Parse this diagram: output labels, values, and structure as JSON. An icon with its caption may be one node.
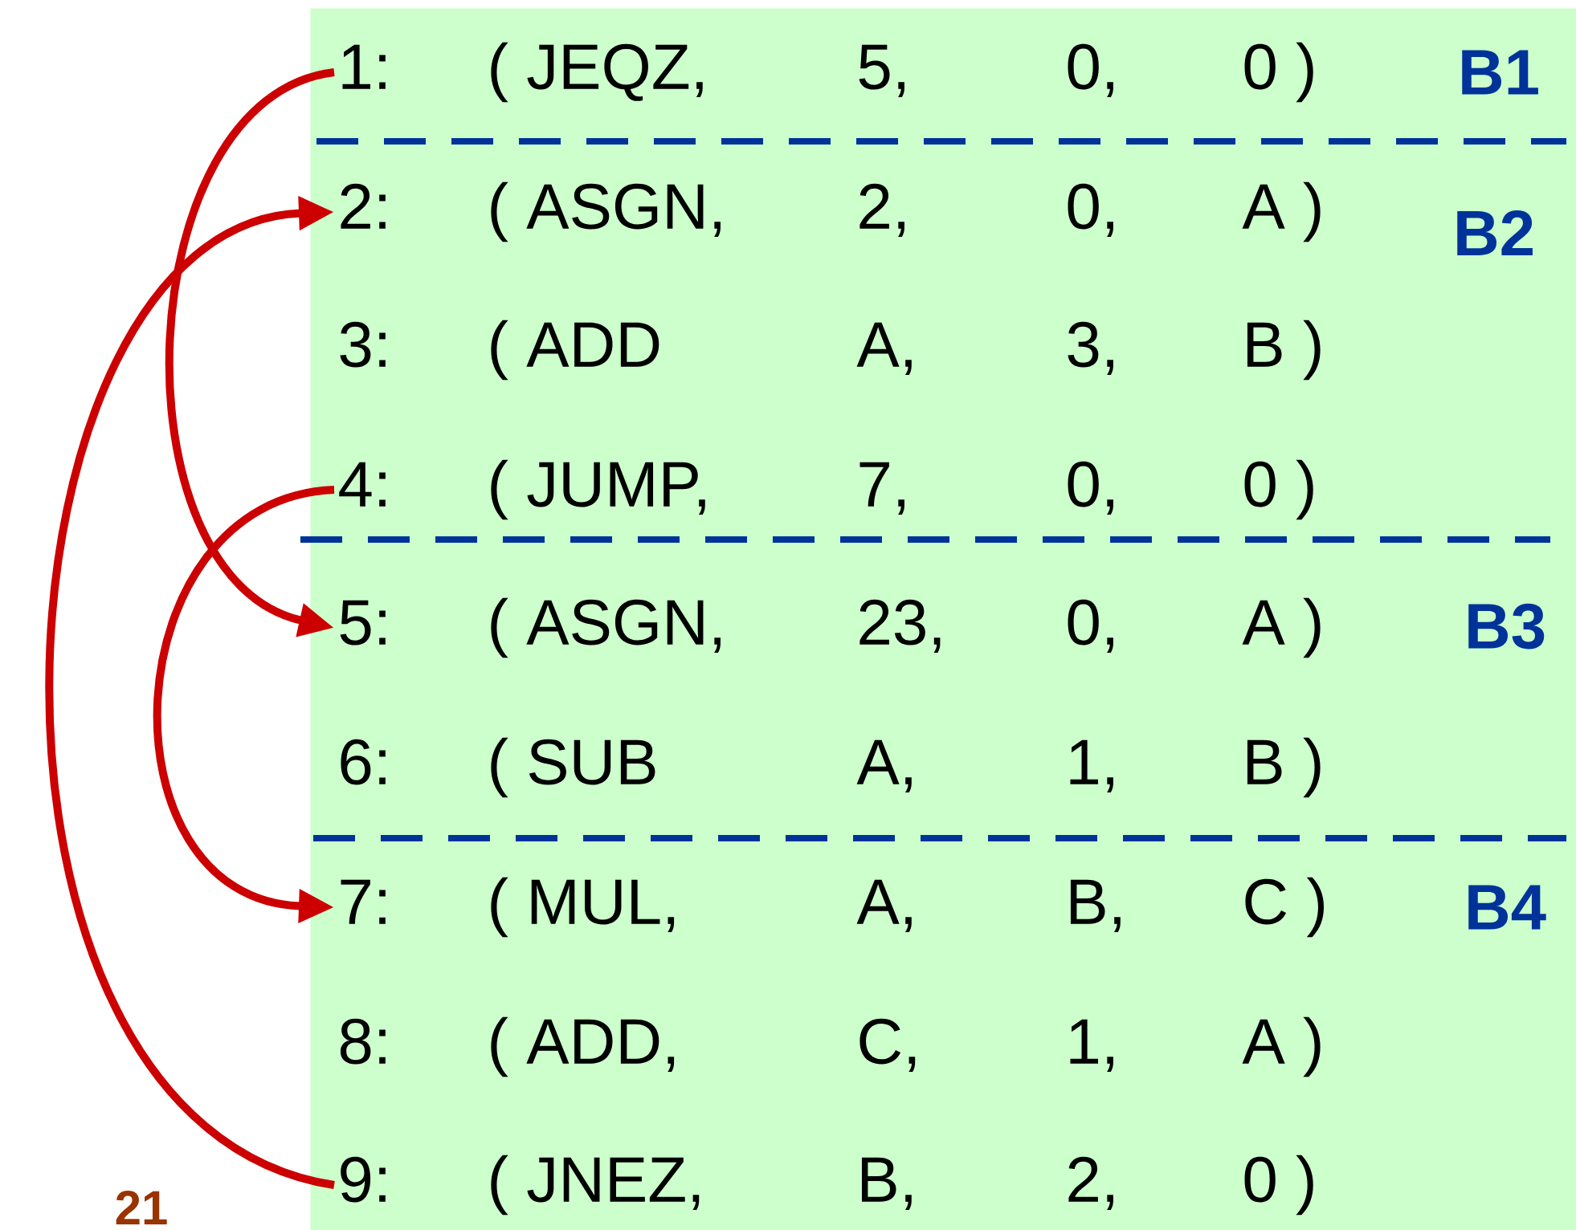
{
  "diagram": {
    "nodes": [
      {
        "text": [],
        "shape": "box"
      },
      {
        "text": [
          "1:",
          "( JEQZ,",
          "5,",
          "0,",
          "0 )"
        ],
        "in": 0
      },
      {
        "text": [
          "2:",
          "( ASGN,",
          "2,",
          "0,",
          "A )"
        ],
        "in": 0
      },
      {
        "text": [
          "3:",
          "( ADD",
          "A,",
          "3,",
          "B )"
        ],
        "in": 0
      },
      {
        "text": [
          "4:",
          "( JUMP,",
          "7,",
          "0,",
          "0 )"
        ],
        "in": 0
      },
      {
        "text": [
          "5:",
          "( ASGN,",
          "23,",
          "0,",
          "A )"
        ],
        "in": 0
      },
      {
        "text": [
          "6:",
          "( SUB",
          "A,",
          "1,",
          "B )"
        ],
        "in": 0
      },
      {
        "text": [
          "7:",
          "( MUL,",
          "A,",
          "B,",
          "C )"
        ],
        "in": 0
      },
      {
        "text": [
          "8:",
          "( ADD,",
          "C,",
          "1,",
          "A )"
        ],
        "in": 0
      },
      {
        "text": [
          "9:",
          "( JNEZ,",
          "B,",
          "2,",
          "0 )"
        ],
        "in": 0
      }
    ],
    "edges": [
      {
        "from": 1,
        "to": 5,
        "arrow": "to"
      },
      {
        "from": 9,
        "to": 2,
        "arrow": "to"
      },
      {
        "from": 4,
        "to": 7,
        "arrow": "to"
      }
    ],
    "labels": [
      "B1",
      "B2",
      "B3",
      "B4",
      "21"
    ]
  }
}
